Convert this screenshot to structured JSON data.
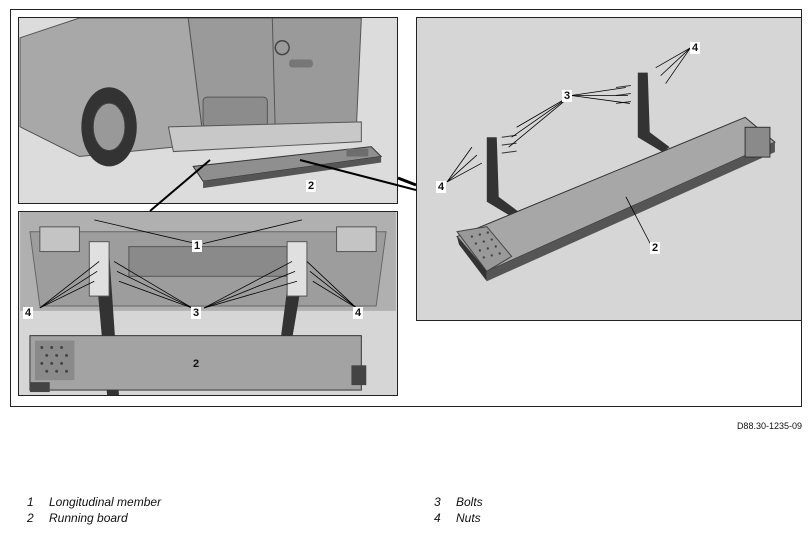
{
  "figure": {
    "doc_id": "D88.30-1235-09",
    "callouts": {
      "p1_2": "2",
      "p2_1": "1",
      "p2_3": "3",
      "p2_4a": "4",
      "p2_4b": "4",
      "p2_2": "2",
      "p3_4a": "4",
      "p3_3": "3",
      "p3_4b": "4",
      "p3_2": "2"
    }
  },
  "legend": {
    "items": [
      {
        "num": "1",
        "label": "Longitudinal member"
      },
      {
        "num": "2",
        "label": "Running board"
      },
      {
        "num": "3",
        "label": "Bolts"
      },
      {
        "num": "4",
        "label": "Nuts"
      }
    ]
  }
}
